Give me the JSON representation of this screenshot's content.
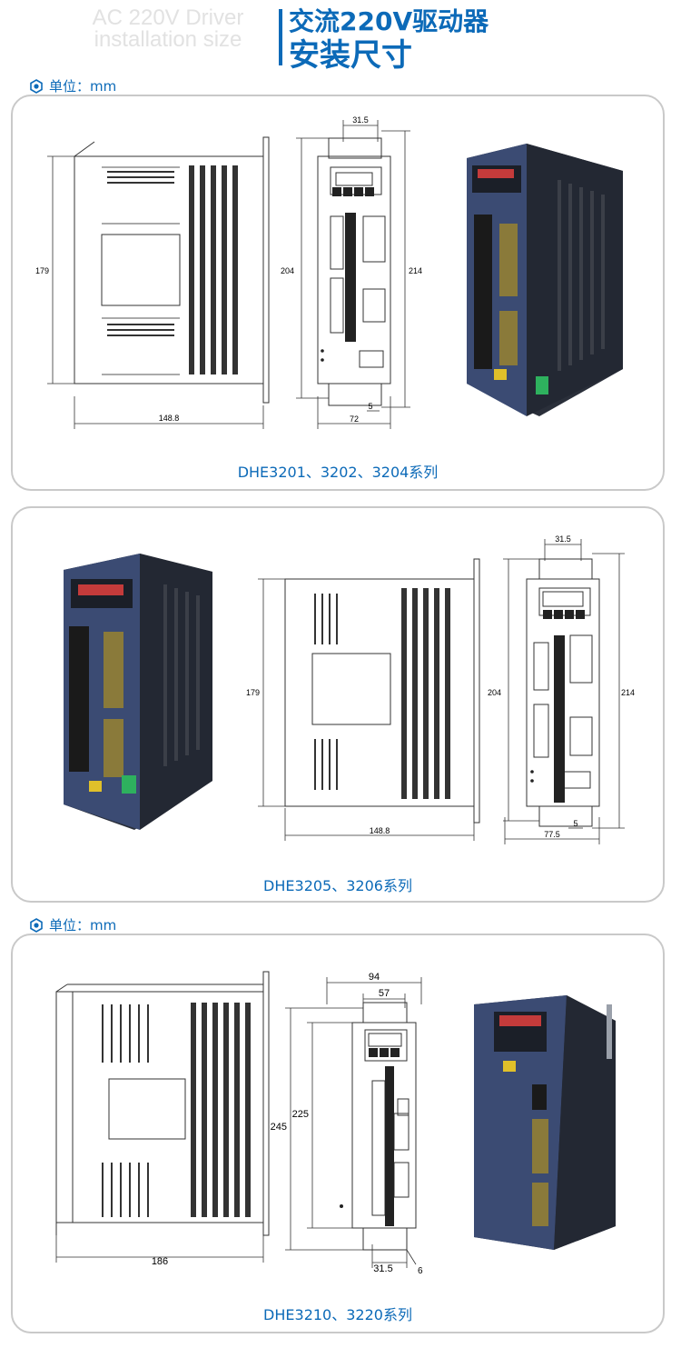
{
  "header": {
    "title_en_line1": "AC 220V Driver",
    "title_en_line2": "installation size",
    "title_cn_line1": "交流220V驱动器",
    "title_cn_line2": "安装尺寸"
  },
  "unit_label": "单位：mm",
  "accent_color": "#0c6ab8",
  "panels": [
    {
      "caption": "DHE3201、3202、3204系列",
      "dims": {
        "side_height": "179",
        "side_width": "148.8",
        "front_hole": "31.5",
        "front_height_left": "204",
        "front_height_right": "214",
        "front_width": "72",
        "front_slot": "5"
      }
    },
    {
      "caption": "DHE3205、3206系列",
      "dims": {
        "side_height": "179",
        "side_width": "148.8",
        "front_hole": "31.5",
        "front_height_left": "204",
        "front_height_right": "214",
        "front_width": "77.5",
        "front_slot": "5"
      }
    },
    {
      "caption": "DHE3210、3220系列",
      "dims": {
        "side_width": "186",
        "front_width": "94",
        "front_hole": "57",
        "front_height_outer": "245",
        "front_height_inner": "225",
        "front_bottom": "31.5",
        "front_slot": "6"
      }
    }
  ]
}
